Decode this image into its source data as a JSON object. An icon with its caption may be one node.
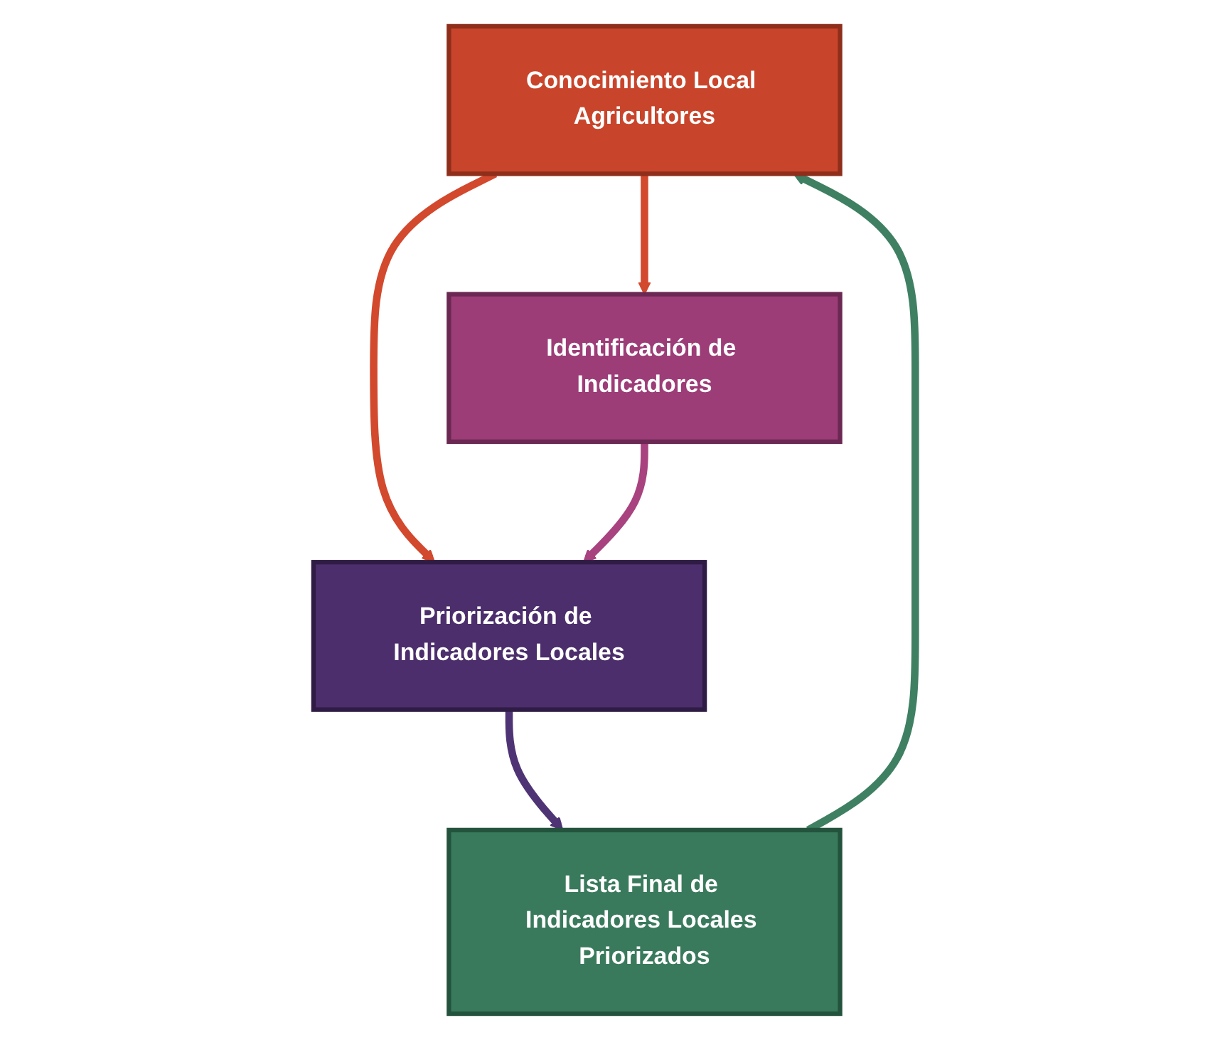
{
  "diagram": {
    "nodes": [
      {
        "text": [
          "Conocimiento Local Agricultores"
        ]
      },
      {
        "text": [
          "Lista Final de Indicadores Locales Priorizados"
        ]
      },
      {
        "text": [
          "Identificación de Indicadores"
        ]
      },
      {
        "text": [
          "Priorización de Indicadores Locales"
        ]
      }
    ],
    "edges": [
      {
        "from": 0,
        "to": 2,
        "arrow": "to",
        "color": "#d2492e"
      },
      {
        "from": 0,
        "to": 3,
        "arrow": "to",
        "color": "#d2492e"
      },
      {
        "from": 2,
        "to": 3,
        "arrow": "to",
        "color": "#a8437f"
      },
      {
        "from": 3,
        "to": 1,
        "arrow": "to",
        "color": "#4f3475"
      },
      {
        "from": 1,
        "to": 0,
        "arrow": "to",
        "color": "#3f8062"
      }
    ]
  }
}
